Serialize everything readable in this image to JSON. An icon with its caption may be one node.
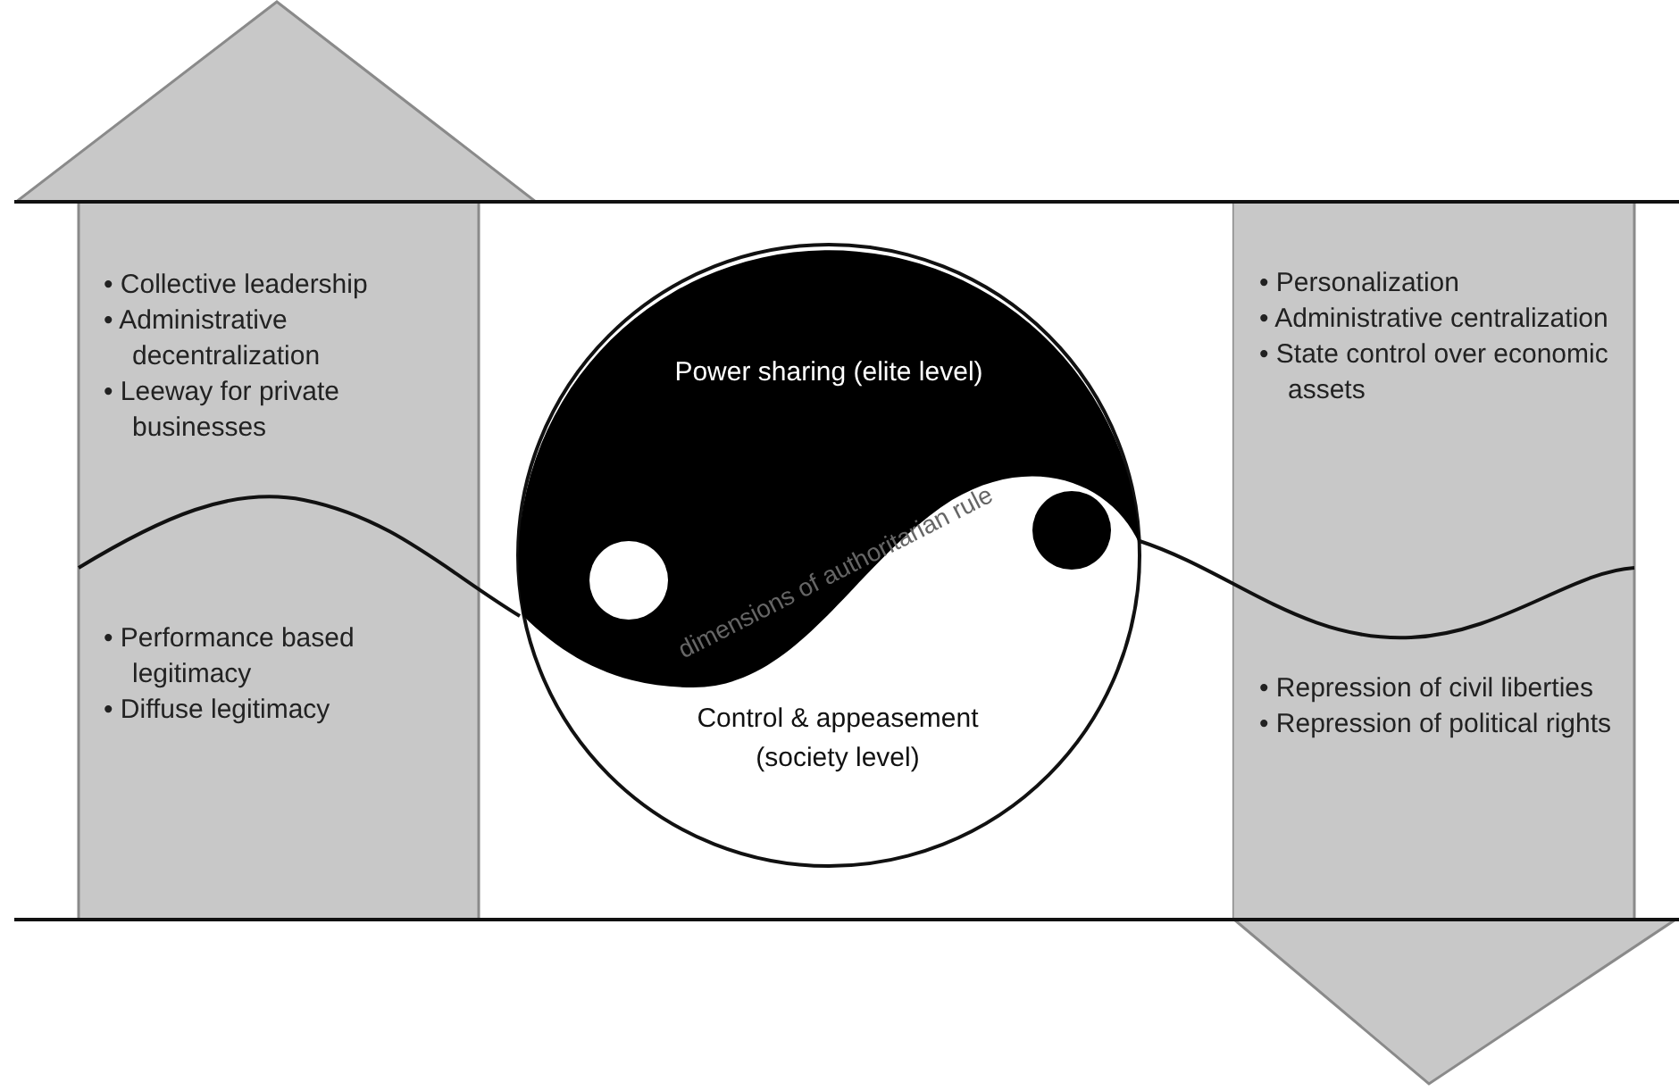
{
  "diagram": {
    "nodes": [
      {
        "text": [
          "• Collective leadership",
          "• Administrative decentralization",
          "• Leeway for private businesses",
          "• Performance based legitimacy",
          "• Diffuse legitimacy"
        ]
      },
      {
        "text": [
          "Power sharing (elite level)",
          "dimensions of authoritarian rule",
          "Control & appeasement (society level)"
        ]
      },
      {
        "text": [
          "• Personalization",
          "• Administrative centralization",
          "• State control over economic assets",
          "• Repression of civil liberties",
          "• Repression of political rights"
        ]
      }
    ],
    "edges": []
  }
}
